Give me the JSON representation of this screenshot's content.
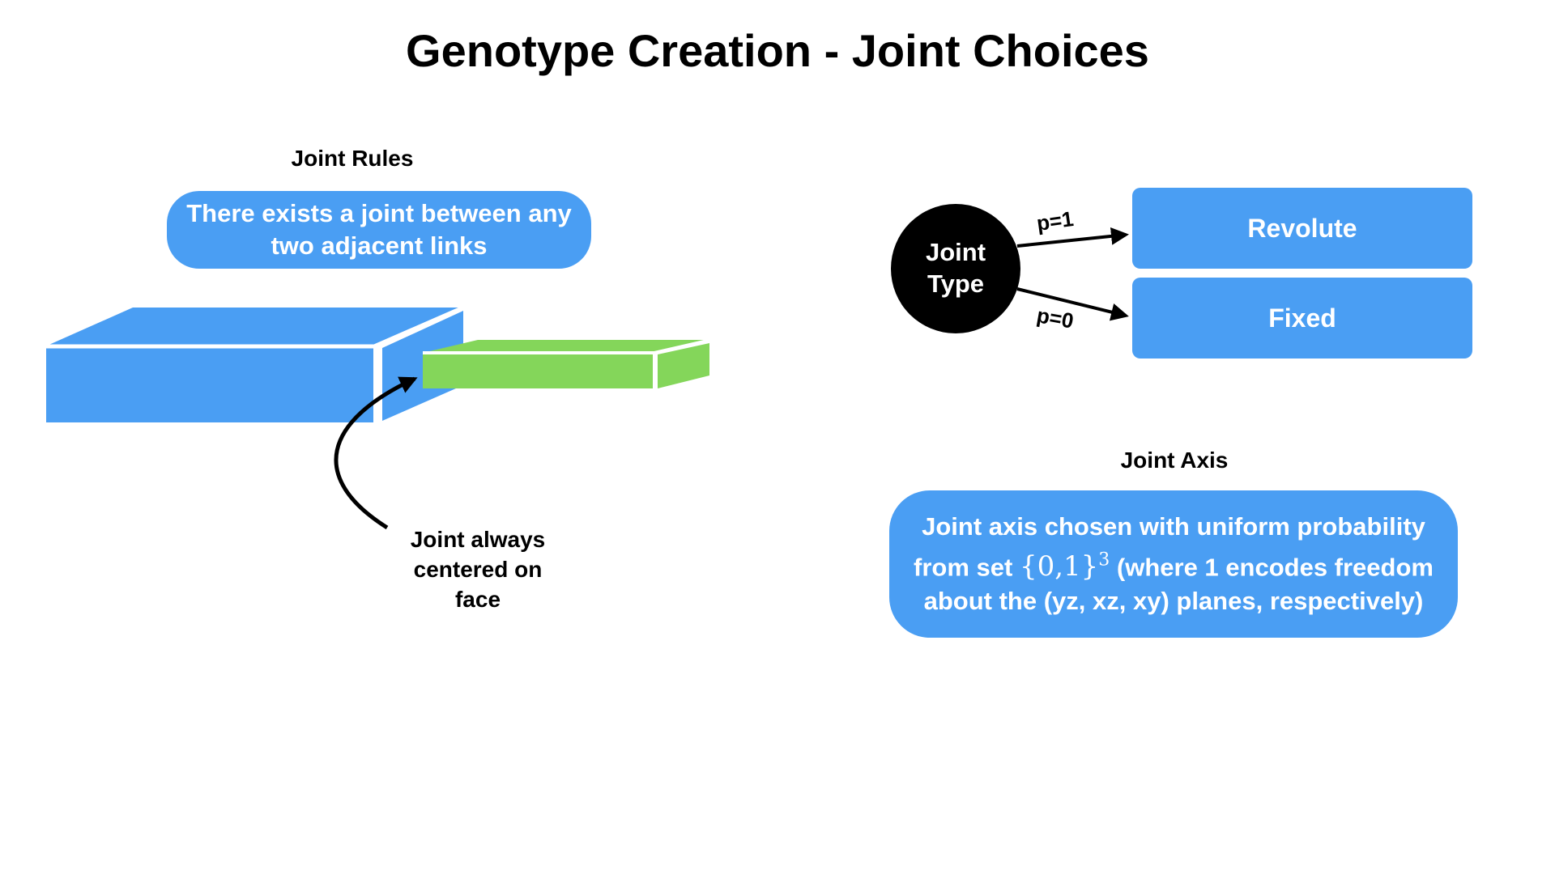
{
  "title": "Genotype Creation - Joint Choices",
  "joint_rules": {
    "heading": "Joint Rules",
    "rule_line1": "There exists a joint between any",
    "rule_line2": "two adjacent links",
    "note_line1": "Joint always",
    "note_line2": "centered on",
    "note_line3": "face"
  },
  "joint_type": {
    "node_line1": "Joint",
    "node_line2": "Type",
    "options": [
      {
        "label": "Revolute",
        "prob": "p=1"
      },
      {
        "label": "Fixed",
        "prob": "p=0"
      }
    ]
  },
  "joint_axis": {
    "heading": "Joint Axis",
    "line1": "Joint axis chosen with uniform probability",
    "line2_pre": "from set",
    "line2_set": "{0,1}",
    "line2_exp": "3",
    "line2_post": "(where 1 encodes freedom",
    "line3": "about the (yz, xz, xy) planes, respectively)"
  },
  "colors": {
    "blue": "#4a9ef3",
    "green": "#84d65a",
    "red": "#e5432e",
    "black": "#000000"
  }
}
